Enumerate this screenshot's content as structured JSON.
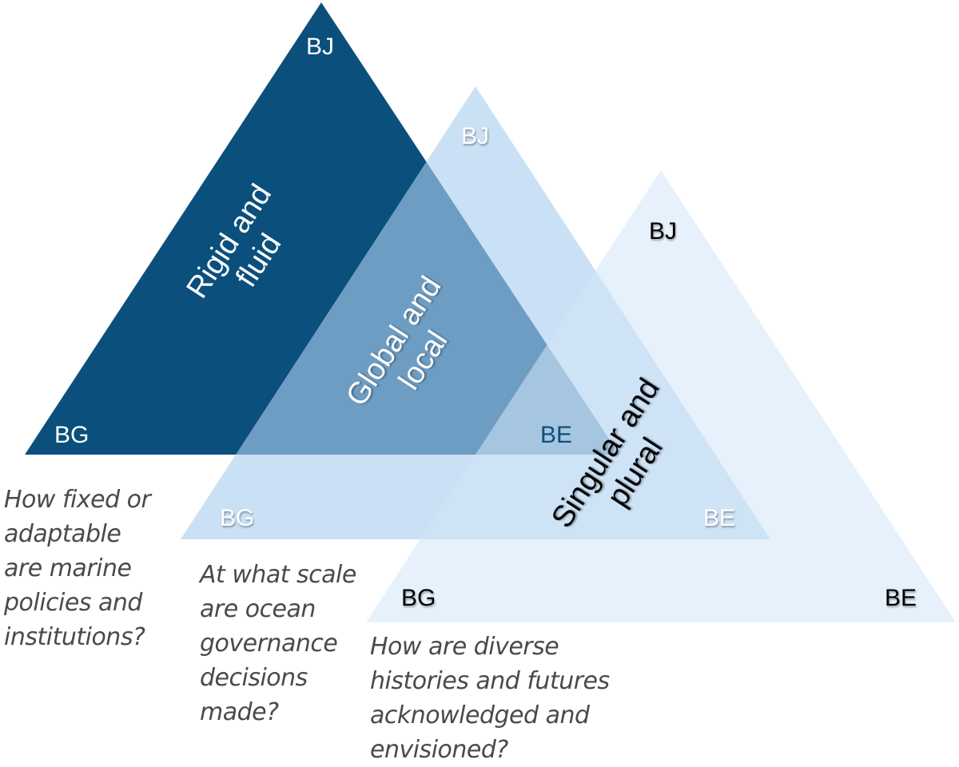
{
  "colors": {
    "triangle_rigid": "#0b4f7c",
    "triangle_global": "#a9cdef",
    "triangle_singular": "#d3e6f8",
    "question_text": "#4a4a4a"
  },
  "triangles": [
    {
      "id": "rigid",
      "theme_lines": [
        "Rigid and",
        "fluid"
      ],
      "corners": {
        "top": "BJ",
        "left": "BG",
        "right": "BE"
      },
      "question": "How fixed or\nadaptable\nare marine\npolicies and\ninstitutions?"
    },
    {
      "id": "global",
      "theme_lines": [
        "Global and",
        "local"
      ],
      "corners": {
        "top": "BJ",
        "left": "BG",
        "right": "BE"
      },
      "question": "At what scale\nare ocean\ngovernance\ndecisions\nmade?"
    },
    {
      "id": "singular",
      "theme_lines": [
        "Singular and",
        "plural"
      ],
      "corners": {
        "top": "BJ",
        "left": "BG",
        "right": "BE"
      },
      "question": "How are diverse\nhistories and futures\nacknowledged and\nenvisioned?"
    }
  ]
}
